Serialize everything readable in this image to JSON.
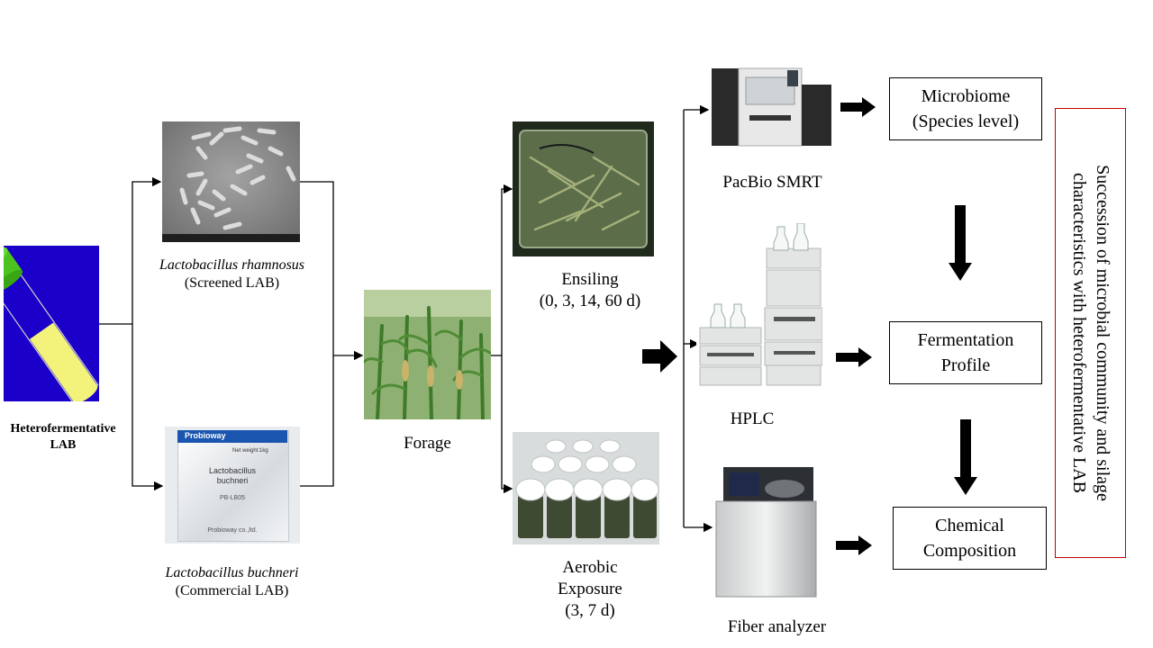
{
  "source": {
    "label_line1": "Heterofermentative",
    "label_line2": "LAB"
  },
  "strains": [
    {
      "name": "Lactobacillus rhamnosus",
      "type": "(Screened LAB)",
      "image": "sem-micrograph-image"
    },
    {
      "name": "Lactobacillus buchneri",
      "type": "(Commercial LAB)",
      "image": "product-package-image",
      "package": {
        "brand": "Probioway",
        "net_weight": "Net weight:1kg",
        "product_line1": "Lactobacillus",
        "product_line2": "buchneri",
        "code": "PB-LB05",
        "company": "Probioway co.,ltd."
      }
    }
  ],
  "forage": {
    "label": "Forage",
    "image": "corn-field-image"
  },
  "treatments": [
    {
      "line1": "Ensiling",
      "line2": "(0, 3, 14, 60 d)",
      "image": "silage-bag-image"
    },
    {
      "line1": "Aerobic",
      "line2": "Exposure",
      "line3": "(3, 7 d)",
      "image": "jars-image"
    }
  ],
  "instruments": [
    {
      "label": "PacBio SMRT",
      "image": "sequencer-image"
    },
    {
      "label": "HPLC",
      "image": "hplc-image"
    },
    {
      "label": "Fiber analyzer",
      "image": "fiber-analyzer-image"
    }
  ],
  "results": [
    {
      "line1": "Microbiome",
      "line2": "(Species level)"
    },
    {
      "line1": "Fermentation",
      "line2": "Profile"
    },
    {
      "line1": "Chemical",
      "line2": "Composition"
    }
  ],
  "conclusion": {
    "text": "Succession of microbial community and silage characteristics with heterofermentative LAB"
  },
  "colors": {
    "tube_cap": "#4cc21f",
    "tube_liquid": "#f3f37c",
    "tube_background": "#1a00c8",
    "conclusion_border": "#c00000"
  }
}
